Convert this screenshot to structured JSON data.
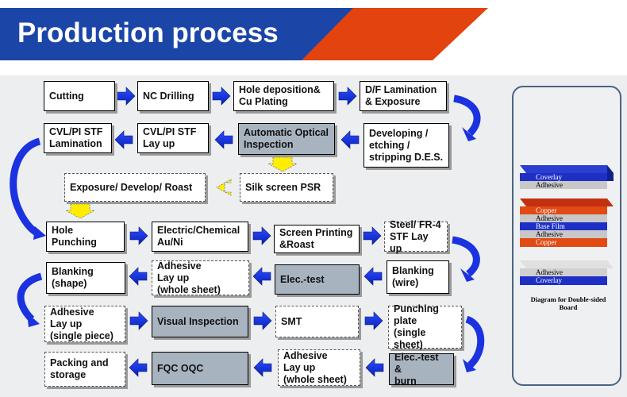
{
  "header": {
    "title": "Production process",
    "colors": {
      "blue": "#1b46a8",
      "orange": "#e2430f",
      "panel": "#eceef0"
    }
  },
  "steps": {
    "cutting": "Cutting",
    "nc_drilling": "NC Drilling",
    "hole_deposition": "Hole deposition&\nCu Plating",
    "df_lamination": "D/F Lamination\n& Exposure",
    "developing": "Developing /\netching /\nstripping D.E.S.",
    "aoi": "Automatic Optical\nInspection",
    "cvl_layup": "CVL/PI STF\n Lay up",
    "cvl_lamination": "CVL/PI STF\nLamination",
    "exposure_roast": "Exposure/ Develop/ Roast",
    "silk_screen": "Silk screen PSR",
    "hole_punching": "Hole Punching",
    "plating_au_ni": "Electric/Chemical\nAu/Ni",
    "screen_printing": "Screen Printing\n&Roast",
    "steel_fr4": "Steel/ FR-4\nSTF Lay up",
    "blanking_wire": "Blanking\n(wire)",
    "elec_test": "Elec.-test",
    "adhesive_whole_1": "Adhesive\nLay up\n(whole sheet)",
    "blanking_shape": "Blanking\n(shape)",
    "adhesive_single": "Adhesive\nLay up\n(single piece)",
    "visual_inspection": "Visual Inspection",
    "smt": "SMT",
    "punching_plate": "Punching\nplate\n(single sheet)",
    "elec_test_burn": "Elec.-test &\nburn",
    "adhesive_whole_2": "Adhesive\nLay up\n(whole sheet)",
    "fqc_oqc": "FQC  OQC",
    "packing": "Packing and\nstorage"
  },
  "legend": {
    "caption": "Diagram for Double-sided\nBoard",
    "top_stack": [
      "Coverlay",
      "Adhesive"
    ],
    "middle_stack": [
      "Copper",
      "Adhesive",
      "Base Film",
      "Adhesive",
      "Copper"
    ],
    "bottom_stack": [
      "Adhesive",
      "Coverlay"
    ]
  }
}
